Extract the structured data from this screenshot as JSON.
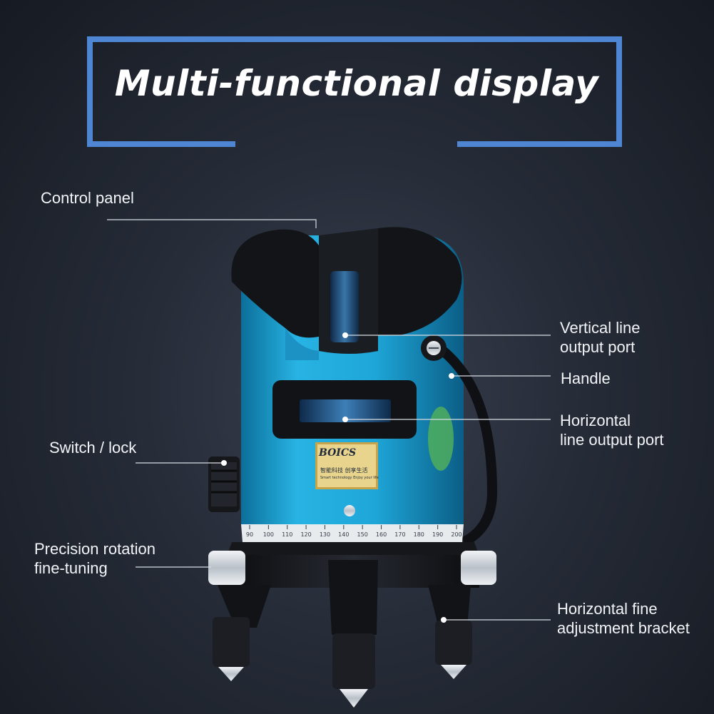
{
  "header": {
    "title": "Multi-functional display"
  },
  "labels": {
    "control_panel": "Control panel",
    "vertical_line_1": "Vertical line",
    "vertical_line_2": "output port",
    "handle": "Handle",
    "horizontal_line_1": "Horizontal",
    "horizontal_line_2": "line output port",
    "switch_lock": "Switch / lock",
    "precision_1": "Precision rotation",
    "precision_2": "fine-tuning",
    "bracket_1": "Horizontal fine",
    "bracket_2": "adjustment bracket"
  },
  "brand": {
    "name": "BOICS",
    "tagline_cn": "智能科技 创享生活",
    "tagline_en": "Smart technology  Enjoy your life"
  },
  "scale": {
    "ticks": [
      "90",
      "100",
      "110",
      "120",
      "130",
      "140",
      "150",
      "160",
      "170",
      "180",
      "190",
      "200"
    ]
  },
  "colors": {
    "accent_frame": "#4f86d3",
    "device_body": "#1fa3d6",
    "device_dark": "#16181d"
  },
  "icons": {
    "adjustment_screw": "screw-icon",
    "label_dot": "callout-dot-icon"
  }
}
